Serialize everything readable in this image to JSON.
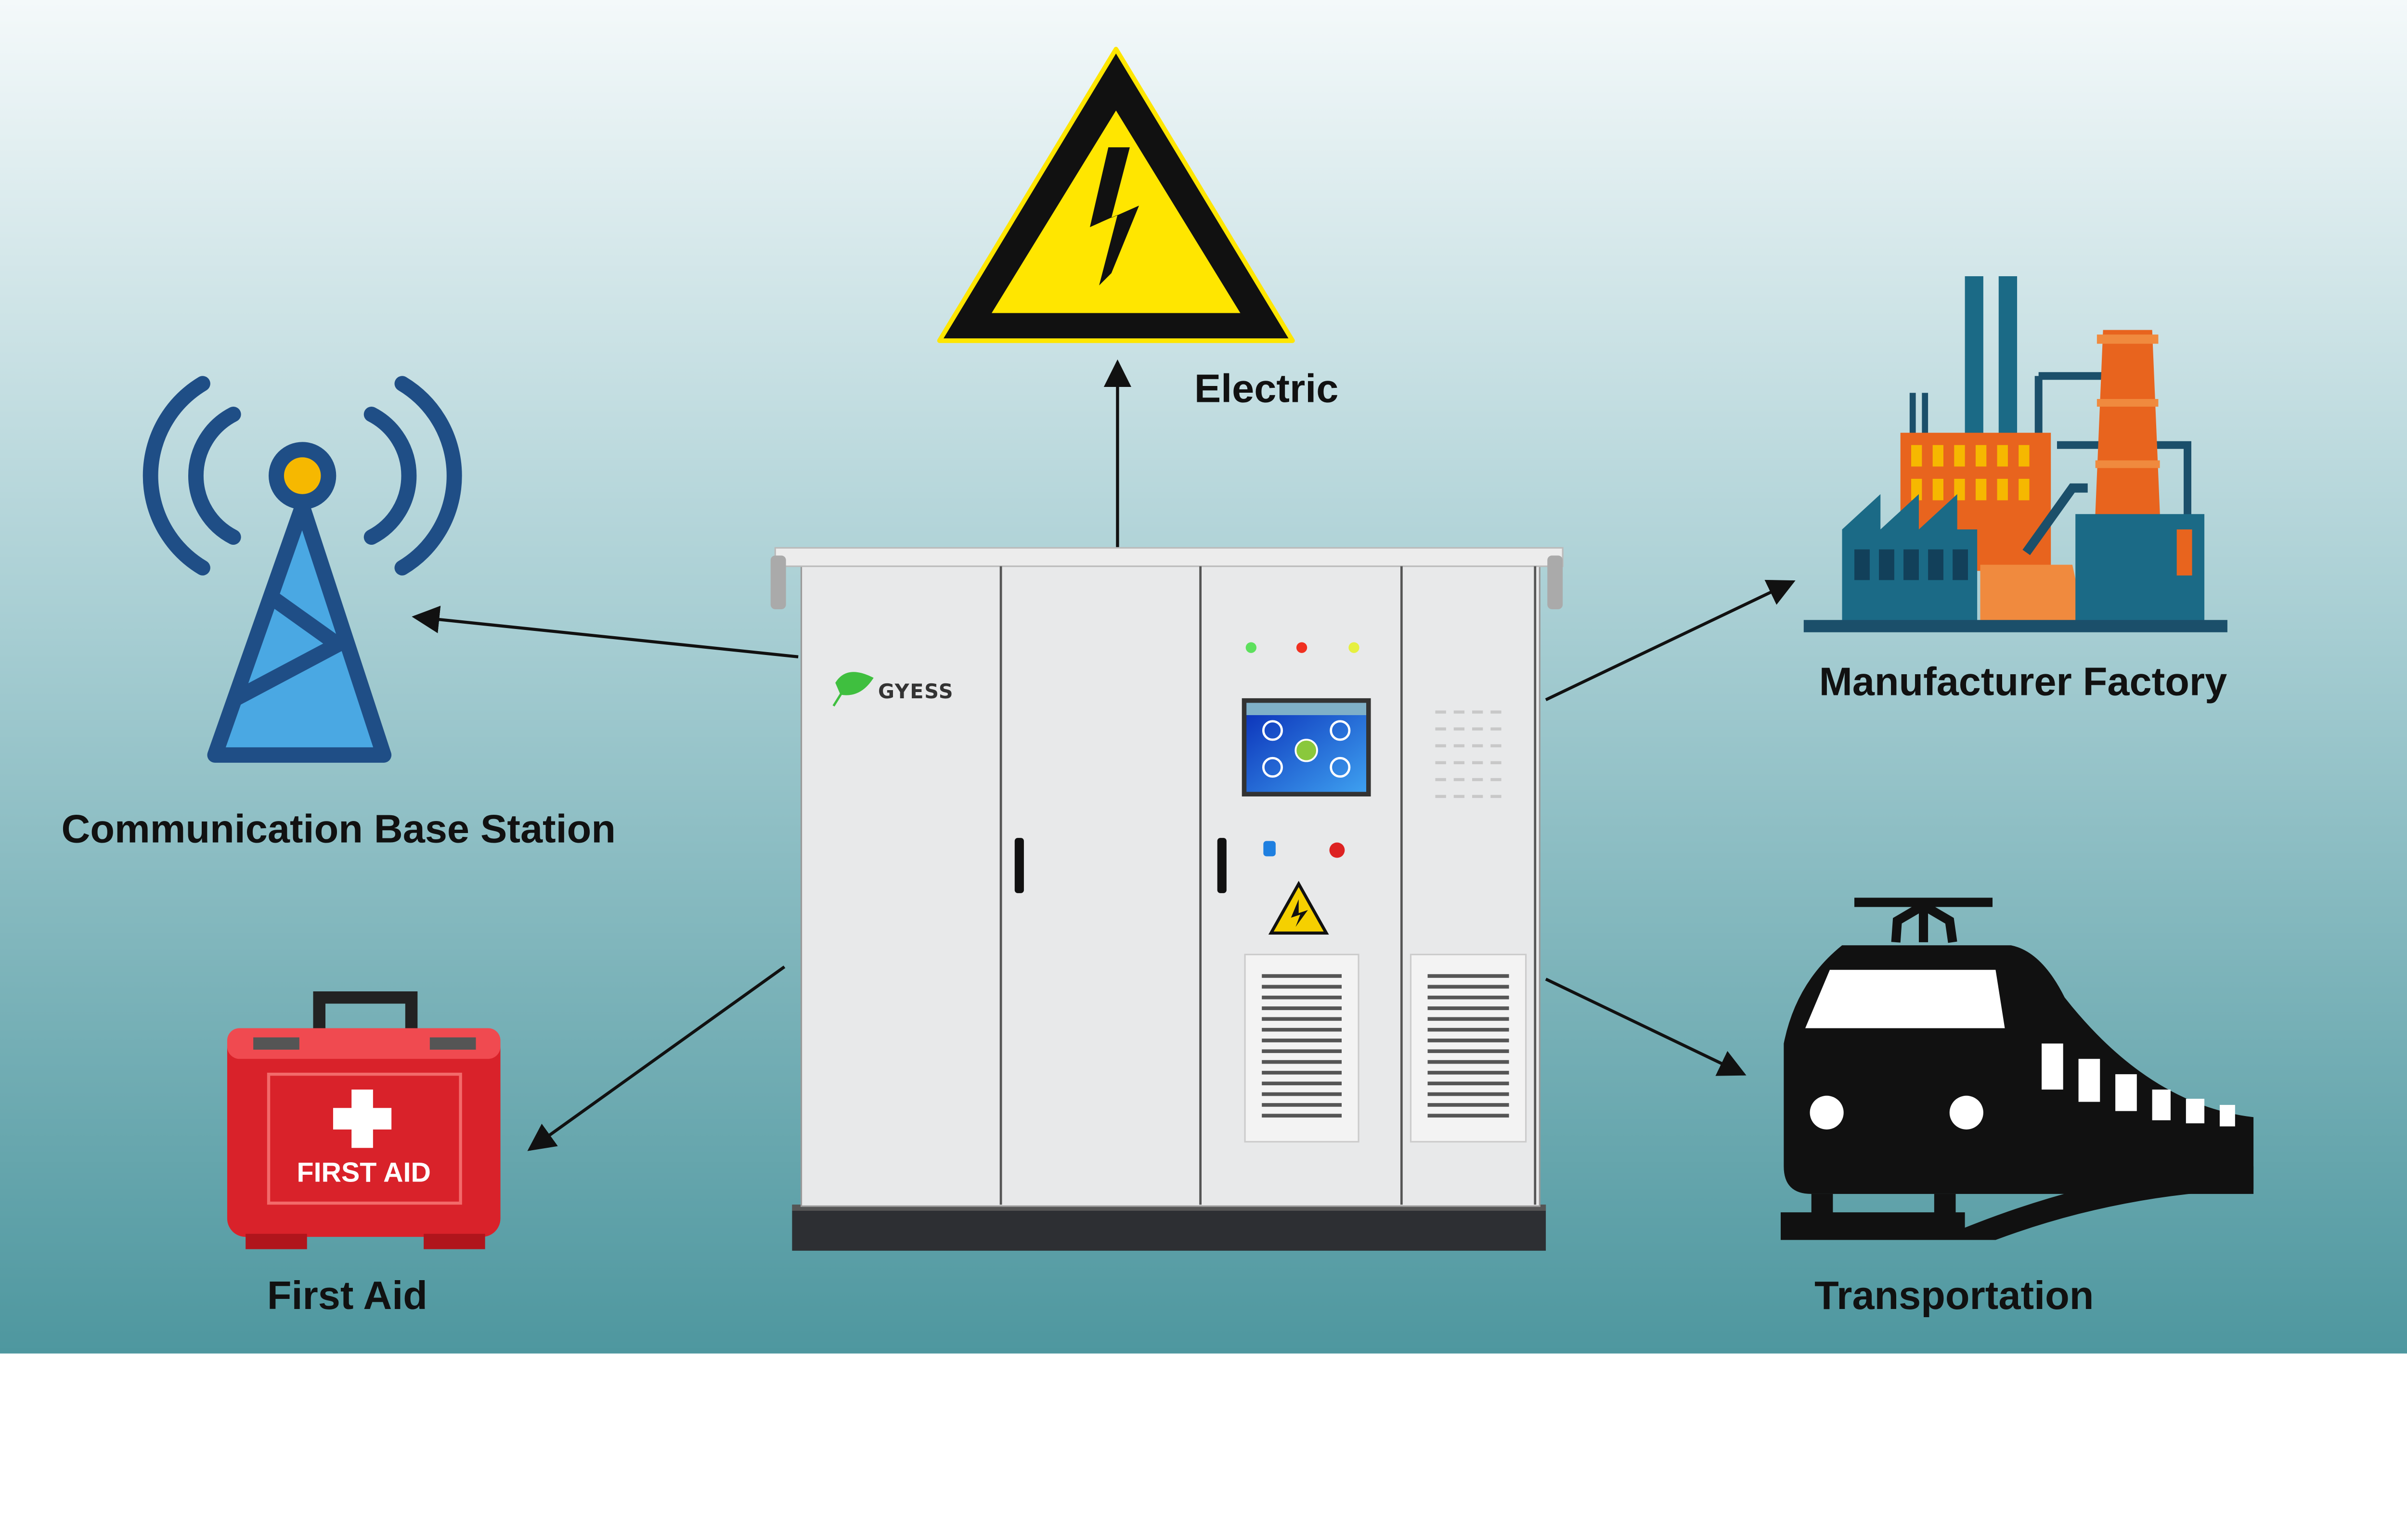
{
  "labels": {
    "electric": "Electric",
    "base_station": "Communication Base Station",
    "factory": "Manufacturer Factory",
    "first_aid": "First Aid",
    "transportation": "Transportation"
  },
  "cabinet": {
    "brand": "GYESS"
  },
  "first_aid_kit": {
    "text": "FIRST AID"
  },
  "colors": {
    "bg_top": "#f4f9fa",
    "bg_bottom": "#4e979f",
    "warning_yellow": "#ffe600",
    "tower_blue": "#1f4e86",
    "factory_orange": "#e8641e",
    "kit_red": "#d9222a"
  }
}
